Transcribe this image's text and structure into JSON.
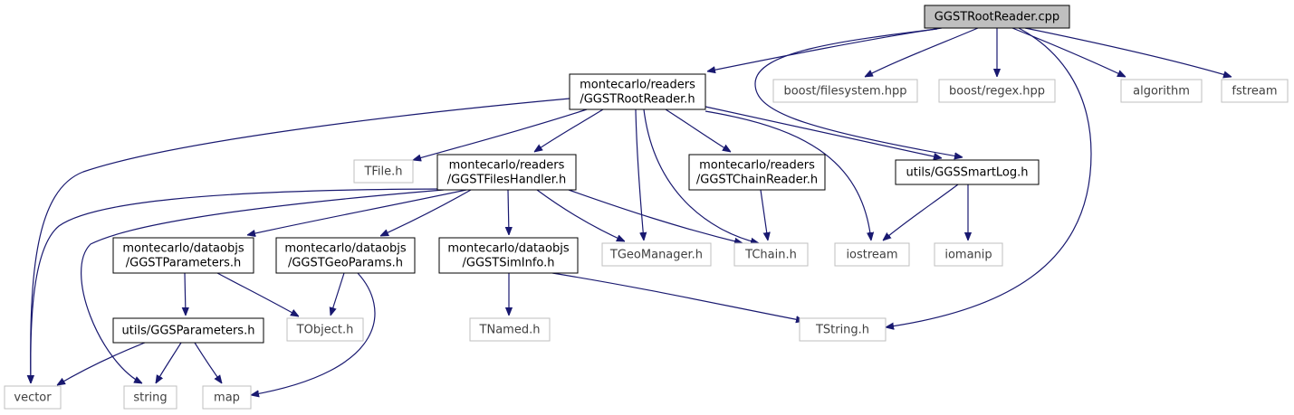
{
  "diagram": {
    "colors": {
      "edge": "#191970",
      "root_fill": "#bfbfbf",
      "box_border": "#000000",
      "external_border": "#bfbfbf"
    },
    "nodes": [
      {
        "id": "root",
        "kind": "root",
        "lines": [
          "GGSTRootReader.cpp"
        ]
      },
      {
        "id": "rootreader_h",
        "kind": "doc",
        "lines": [
          "montecarlo/readers",
          "/GGSTRootReader.h"
        ]
      },
      {
        "id": "filesystem",
        "kind": "ext",
        "lines": [
          "boost/filesystem.hpp"
        ]
      },
      {
        "id": "regex",
        "kind": "ext",
        "lines": [
          "boost/regex.hpp"
        ]
      },
      {
        "id": "algorithm",
        "kind": "ext",
        "lines": [
          "algorithm"
        ]
      },
      {
        "id": "fstream",
        "kind": "ext",
        "lines": [
          "fstream"
        ]
      },
      {
        "id": "tfile",
        "kind": "ext",
        "lines": [
          "TFile.h"
        ]
      },
      {
        "id": "fileshandler",
        "kind": "doc",
        "lines": [
          "montecarlo/readers",
          "/GGSTFilesHandler.h"
        ]
      },
      {
        "id": "chainreader",
        "kind": "doc",
        "lines": [
          "montecarlo/readers",
          "/GGSTChainReader.h"
        ]
      },
      {
        "id": "smartlog",
        "kind": "doc",
        "lines": [
          "utils/GGSSmartLog.h"
        ]
      },
      {
        "id": "parameters_h",
        "kind": "doc",
        "lines": [
          "montecarlo/dataobjs",
          "/GGSTParameters.h"
        ]
      },
      {
        "id": "geoparams",
        "kind": "doc",
        "lines": [
          "montecarlo/dataobjs",
          "/GGSTGeoParams.h"
        ]
      },
      {
        "id": "siminfo",
        "kind": "doc",
        "lines": [
          "montecarlo/dataobjs",
          "/GGSTSimInfo.h"
        ]
      },
      {
        "id": "tgeomanager",
        "kind": "ext",
        "lines": [
          "TGeoManager.h"
        ]
      },
      {
        "id": "tchain",
        "kind": "ext",
        "lines": [
          "TChain.h"
        ]
      },
      {
        "id": "iostream",
        "kind": "ext",
        "lines": [
          "iostream"
        ]
      },
      {
        "id": "iomanip",
        "kind": "ext",
        "lines": [
          "iomanip"
        ]
      },
      {
        "id": "ggsparameters",
        "kind": "doc",
        "lines": [
          "utils/GGSParameters.h"
        ]
      },
      {
        "id": "tobject",
        "kind": "ext",
        "lines": [
          "TObject.h"
        ]
      },
      {
        "id": "tnamed",
        "kind": "ext",
        "lines": [
          "TNamed.h"
        ]
      },
      {
        "id": "tstring",
        "kind": "ext",
        "lines": [
          "TString.h"
        ]
      },
      {
        "id": "vector",
        "kind": "ext",
        "lines": [
          "vector"
        ]
      },
      {
        "id": "string",
        "kind": "ext",
        "lines": [
          "string"
        ]
      },
      {
        "id": "map",
        "kind": "ext",
        "lines": [
          "map"
        ]
      }
    ],
    "edges": [
      {
        "from": "root",
        "to": "rootreader_h"
      },
      {
        "from": "root",
        "to": "filesystem"
      },
      {
        "from": "root",
        "to": "regex"
      },
      {
        "from": "root",
        "to": "algorithm"
      },
      {
        "from": "root",
        "to": "fstream"
      },
      {
        "from": "root",
        "to": "smartlog"
      },
      {
        "from": "root",
        "to": "tstring"
      },
      {
        "from": "rootreader_h",
        "to": "tfile"
      },
      {
        "from": "rootreader_h",
        "to": "fileshandler"
      },
      {
        "from": "rootreader_h",
        "to": "chainreader"
      },
      {
        "from": "rootreader_h",
        "to": "smartlog"
      },
      {
        "from": "rootreader_h",
        "to": "tgeomanager"
      },
      {
        "from": "rootreader_h",
        "to": "tchain"
      },
      {
        "from": "rootreader_h",
        "to": "iostream"
      },
      {
        "from": "rootreader_h",
        "to": "vector"
      },
      {
        "from": "fileshandler",
        "to": "parameters_h"
      },
      {
        "from": "fileshandler",
        "to": "geoparams"
      },
      {
        "from": "fileshandler",
        "to": "siminfo"
      },
      {
        "from": "fileshandler",
        "to": "tgeomanager"
      },
      {
        "from": "fileshandler",
        "to": "tchain"
      },
      {
        "from": "fileshandler",
        "to": "vector"
      },
      {
        "from": "fileshandler",
        "to": "string"
      },
      {
        "from": "chainreader",
        "to": "tchain"
      },
      {
        "from": "smartlog",
        "to": "iostream"
      },
      {
        "from": "smartlog",
        "to": "iomanip"
      },
      {
        "from": "parameters_h",
        "to": "ggsparameters"
      },
      {
        "from": "parameters_h",
        "to": "tobject"
      },
      {
        "from": "geoparams",
        "to": "tobject"
      },
      {
        "from": "geoparams",
        "to": "map"
      },
      {
        "from": "siminfo",
        "to": "tnamed"
      },
      {
        "from": "siminfo",
        "to": "tstring"
      },
      {
        "from": "ggsparameters",
        "to": "vector"
      },
      {
        "from": "ggsparameters",
        "to": "string"
      },
      {
        "from": "ggsparameters",
        "to": "map"
      }
    ]
  }
}
